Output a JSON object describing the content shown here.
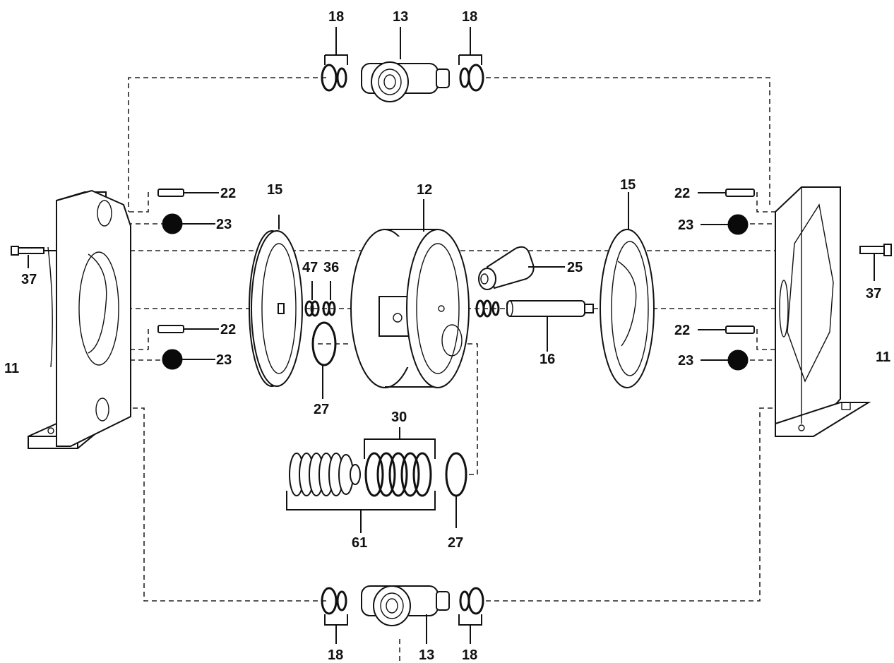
{
  "labels": {
    "l18_tl": "18",
    "l13_t": "13",
    "l18_tr": "18",
    "l22_ul": "22",
    "l23_ul": "23",
    "l22_ll": "22",
    "l23_ll": "23",
    "l37_l": "37",
    "l11_l": "11",
    "l15_l": "15",
    "l12": "12",
    "l15_r": "15",
    "l47": "47",
    "l36": "36",
    "l25": "25",
    "l16": "16",
    "l27_u": "27",
    "l22_ur": "22",
    "l23_ur": "23",
    "l22_lr": "22",
    "l23_lr": "23",
    "l37_r": "37",
    "l11_r": "11",
    "l30": "30",
    "l61": "61",
    "l27_l": "27",
    "l18_bl": "18",
    "l13_b": "13",
    "l18_br": "18"
  }
}
